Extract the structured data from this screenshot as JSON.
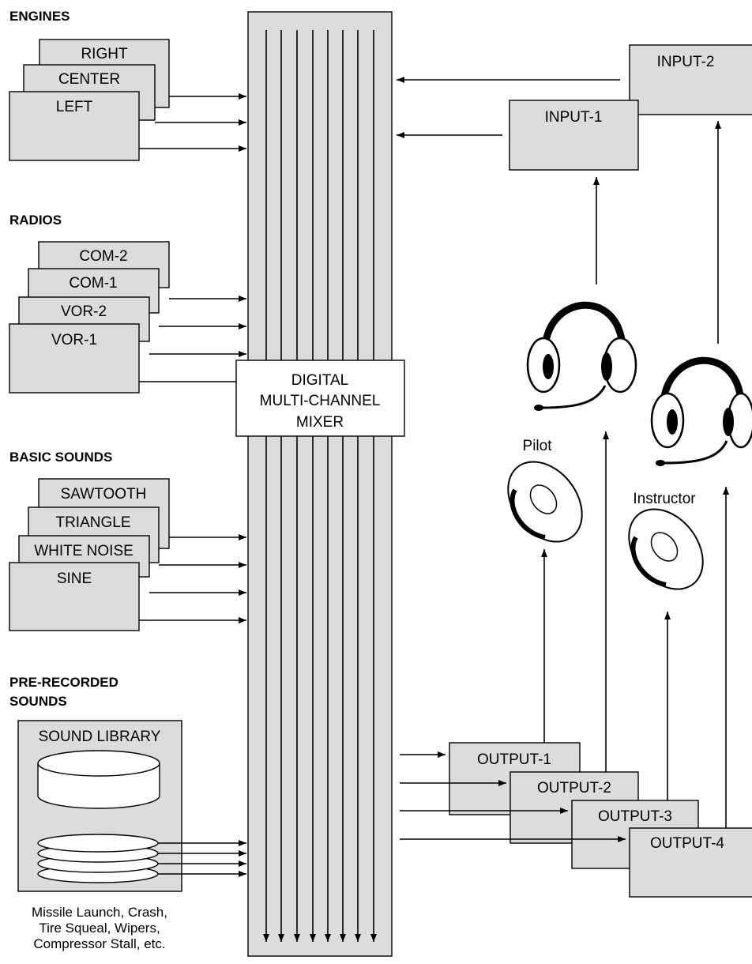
{
  "sections": {
    "engines": "ENGINES",
    "radios": "RADIOS",
    "basic_sounds": "BASIC SOUNDS",
    "prerecorded_line1": "PRE-RECORDED",
    "prerecorded_line2": "SOUNDS"
  },
  "engines": [
    "RIGHT",
    "CENTER",
    "LEFT"
  ],
  "radios": [
    "COM-2",
    "COM-1",
    "VOR-2",
    "VOR-1"
  ],
  "basic_sounds": [
    "SAWTOOTH",
    "TRIANGLE",
    "WHITE NOISE",
    "SINE"
  ],
  "sound_library": {
    "title": "SOUND LIBRARY",
    "caption": [
      "Missile Launch, Crash,",
      "Tire Squeal, Wipers,",
      "Compressor Stall, etc."
    ]
  },
  "mixer": [
    "DIGITAL",
    "MULTI-CHANNEL",
    "MIXER"
  ],
  "inputs": [
    "INPUT-1",
    "INPUT-2"
  ],
  "outputs": [
    "OUTPUT-1",
    "OUTPUT-2",
    "OUTPUT-3",
    "OUTPUT-4"
  ],
  "people": {
    "pilot": "Pilot",
    "instructor": "Instructor"
  }
}
